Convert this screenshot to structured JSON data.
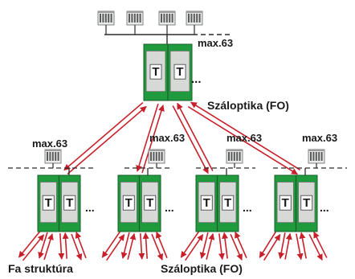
{
  "colors": {
    "arrow": "#c8202a",
    "cabinet_green": "#1f9a3c",
    "cabinet_grey": "#d7d9d6",
    "line": "#2b2b2b",
    "device": "#e9eaea"
  },
  "icons": {
    "device": "io-module-icon",
    "cabinet": "switch-cabinet-icon"
  },
  "top_station": {
    "max_label": "max.63",
    "cabinet_letters": [
      "T",
      "T"
    ],
    "ellipsis": "...",
    "fo_label": "Száloptika (FO)"
  },
  "bottom_stations": [
    {
      "max_label": "max.63",
      "cabinet_letters": [
        "T",
        "T"
      ],
      "ellipsis": "..."
    },
    {
      "max_label": "max.63",
      "cabinet_letters": [
        "T",
        "T"
      ],
      "ellipsis": "..."
    },
    {
      "max_label": "max.63",
      "cabinet_letters": [
        "T",
        "T"
      ],
      "ellipsis": "..."
    },
    {
      "max_label": "max.63",
      "cabinet_letters": [
        "T",
        "T"
      ],
      "ellipsis": "..."
    }
  ],
  "captions": {
    "tree_structure": "Fa struktúra",
    "fiber_optic": "Száloptika (FO)"
  }
}
